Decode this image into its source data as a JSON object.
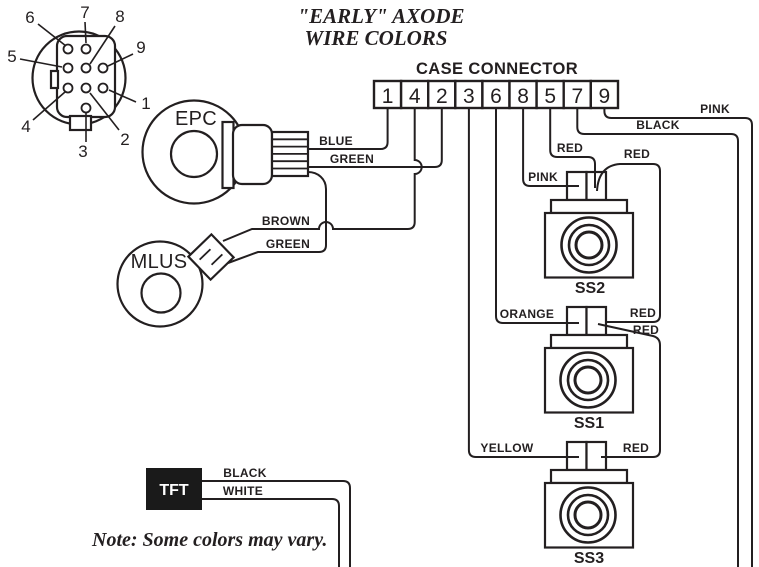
{
  "title": {
    "line1": "\"EARLY\" AXODE",
    "line2": "WIRE COLORS"
  },
  "round_connector": {
    "pin_labels": [
      "1",
      "2",
      "3",
      "4",
      "5",
      "6",
      "7",
      "8",
      "9"
    ]
  },
  "case_connector": {
    "label": "CASE CONNECTOR",
    "pins": [
      "1",
      "4",
      "2",
      "3",
      "6",
      "8",
      "5",
      "7",
      "9"
    ]
  },
  "components": {
    "epc": "EPC",
    "mlus": "MLUS",
    "tft": "TFT"
  },
  "solenoids": {
    "ss2": "SS2",
    "ss1": "SS1",
    "ss3": "SS3"
  },
  "wires": {
    "epc_blue": "BLUE",
    "epc_green": "GREEN",
    "mlus_brown": "BROWN",
    "mlus_green": "GREEN",
    "ss2_pink": "PINK",
    "ss2_feed_red": "RED",
    "ss2_out_red": "RED",
    "case7_black": "BLACK",
    "case9_pink": "PINK",
    "ss1_orange": "ORANGE",
    "ss1_in_red": "RED",
    "ss1_out_red": "RED",
    "ss3_yellow": "YELLOW",
    "ss3_red": "RED",
    "tft_black": "BLACK",
    "tft_white": "WHITE"
  },
  "note": "Note:  Some colors may vary.",
  "colors": {
    "ink": "#231f20",
    "background": "#ffffff"
  }
}
